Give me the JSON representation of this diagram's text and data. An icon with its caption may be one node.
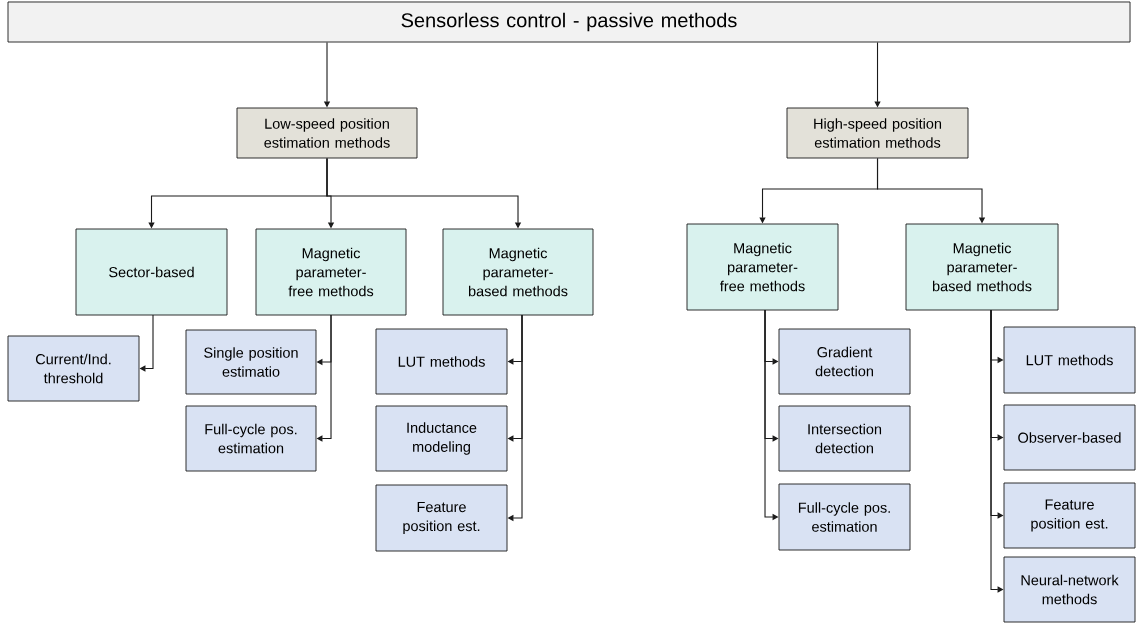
{
  "diagram": {
    "nodes": [
      {
        "text": [
          "Sensorless control - passive methods"
        ]
      },
      {
        "text": [
          "Low-speed position estimation methods"
        ]
      },
      {
        "text": [
          "High-speed position estimation methods"
        ]
      },
      {
        "text": [
          "Sector-based"
        ]
      },
      {
        "text": [
          "Magnetic parameter-free methods"
        ]
      },
      {
        "text": [
          "Magnetic parameter-based methods"
        ]
      },
      {
        "text": [
          "Current/Ind. threshold"
        ]
      },
      {
        "text": [
          "Single position estimatio"
        ]
      },
      {
        "text": [
          "Full-cycle pos. estimation"
        ]
      },
      {
        "text": [
          "LUT methods"
        ]
      },
      {
        "text": [
          "Inductance modeling"
        ]
      },
      {
        "text": [
          "Feature position est."
        ]
      },
      {
        "text": [
          "Magnetic parameter-free methods"
        ]
      },
      {
        "text": [
          "Magnetic parameter-based methods"
        ]
      },
      {
        "text": [
          "Gradient detection"
        ]
      },
      {
        "text": [
          "Intersection detection"
        ]
      },
      {
        "text": [
          "Full-cycle pos. estimation"
        ]
      },
      {
        "text": [
          "LUT methods"
        ]
      },
      {
        "text": [
          "Observer-based"
        ]
      },
      {
        "text": [
          "Feature position est."
        ]
      },
      {
        "text": [
          "Neural-network methods"
        ]
      }
    ],
    "edges": [
      {
        "from": 0,
        "to": 1,
        "arrow": "to"
      },
      {
        "from": 0,
        "to": 2,
        "arrow": "to"
      },
      {
        "from": 1,
        "to": 3,
        "arrow": "to"
      },
      {
        "from": 1,
        "to": 4,
        "arrow": "to"
      },
      {
        "from": 1,
        "to": 5,
        "arrow": "to"
      },
      {
        "from": 2,
        "to": 12,
        "arrow": "to"
      },
      {
        "from": 2,
        "to": 13,
        "arrow": "to"
      },
      {
        "from": 3,
        "to": 6,
        "arrow": "to"
      },
      {
        "from": 4,
        "to": 7,
        "arrow": "to"
      },
      {
        "from": 4,
        "to": 8,
        "arrow": "to"
      },
      {
        "from": 5,
        "to": 9,
        "arrow": "to"
      },
      {
        "from": 5,
        "to": 10,
        "arrow": "to"
      },
      {
        "from": 5,
        "to": 11,
        "arrow": "to"
      },
      {
        "from": 12,
        "to": 14,
        "arrow": "to"
      },
      {
        "from": 12,
        "to": 15,
        "arrow": "to"
      },
      {
        "from": 12,
        "to": 16,
        "arrow": "to"
      },
      {
        "from": 13,
        "to": 17,
        "arrow": "to"
      },
      {
        "from": 13,
        "to": 18,
        "arrow": "to"
      },
      {
        "from": 13,
        "to": 19,
        "arrow": "to"
      },
      {
        "from": 13,
        "to": 20,
        "arrow": "to"
      }
    ]
  }
}
